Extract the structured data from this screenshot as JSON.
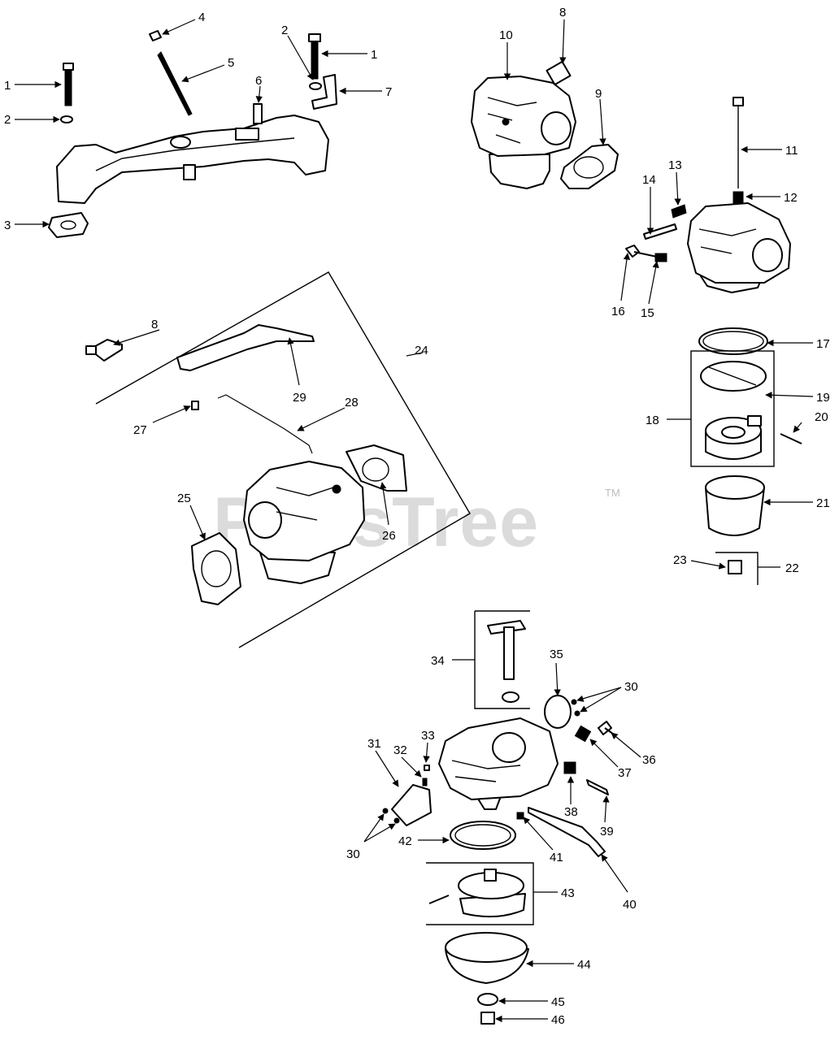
{
  "watermark": {
    "text": "PartsTree",
    "trademark": "TM"
  },
  "callouts": {
    "c1a": "1",
    "c2a": "2",
    "c3": "3",
    "c4": "4",
    "c5": "5",
    "c6": "6",
    "c7": "7",
    "c2b": "2",
    "c1b": "1",
    "c8a": "8",
    "c10": "10",
    "c9": "9",
    "c11": "11",
    "c12": "12",
    "c13": "13",
    "c14": "14",
    "c16": "16",
    "c15": "15",
    "c17": "17",
    "c19": "19",
    "c18": "18",
    "c20": "20",
    "c21": "21",
    "c23": "23",
    "c22": "22",
    "c8b": "8",
    "c24": "24",
    "c29": "29",
    "c27": "27",
    "c28": "28",
    "c25": "25",
    "c26": "26",
    "c34": "34",
    "c35": "35",
    "c30a": "30",
    "c36": "36",
    "c37": "37",
    "c31": "31",
    "c32": "32",
    "c33": "33",
    "c38": "38",
    "c39": "39",
    "c30b": "30",
    "c42": "42",
    "c41": "41",
    "c40": "40",
    "c43": "43",
    "c44": "44",
    "c45": "45",
    "c46": "46"
  }
}
